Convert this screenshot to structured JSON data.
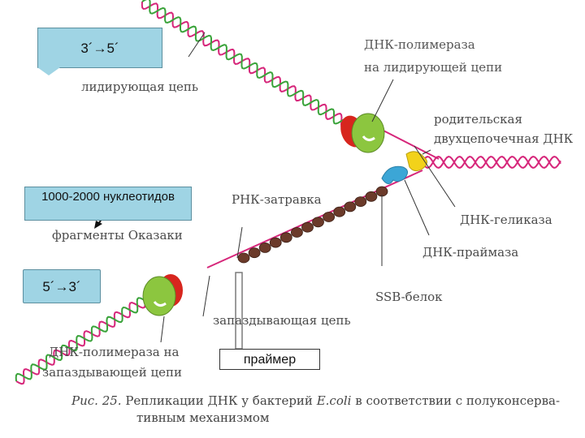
{
  "callouts": {
    "top_direction": "3´→5´",
    "okazaki_size": "1000-2000 нуклеотидов",
    "bottom_direction": "5´→3´",
    "primer": "праймер"
  },
  "labels": {
    "leading_strand": "лидирующая цепь",
    "polymerase_leading_line1": "ДНК-полимераза",
    "polymerase_leading_line2": "на лидирующей цепи",
    "parental_dna_line1": "родительская",
    "parental_dna_line2": "двухцепочечная ДНК",
    "rna_primer": "РНК-затравка",
    "okazaki_fragments": "фрагменты Оказаки",
    "helicase": "ДНК-геликаза",
    "primase": "ДНК-праймаза",
    "ssb": "SSB-белок",
    "lagging_strand": "запаздывающая цепь",
    "polymerase_lagging_line1": "ДНК-полимераза на",
    "polymerase_lagging_line2": "запаздывающей цепи"
  },
  "caption": {
    "prefix": "Рис. 25.",
    "text_a": "Репликации ДНК у бактерий",
    "organism": "E.coli",
    "text_b": "в соответствии с полуконсерва-",
    "line2": "тивным механизмом"
  },
  "colors": {
    "strand_magenta": "#d6267a",
    "strand_green": "#3aa33a",
    "polymerase_green": "#8cc63f",
    "clamp_red": "#d7261e",
    "ssb_brown": "#6b3a2a",
    "helicase_yellow": "#f2d21a",
    "primase_blue": "#3ca6d6",
    "callout_fill": "#9fd4e4"
  }
}
